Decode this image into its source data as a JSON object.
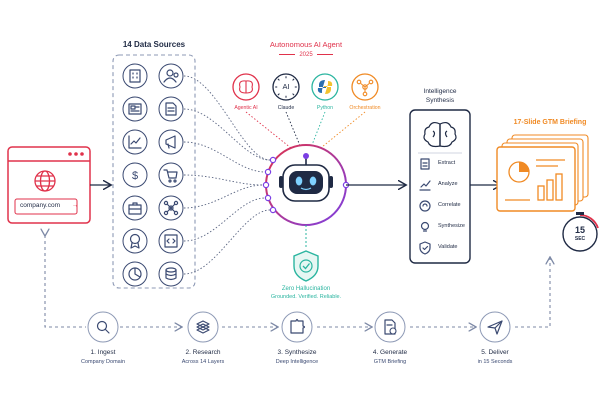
{
  "colors": {
    "navy": "#1f2a44",
    "red": "#e0324b",
    "orange": "#f08a24",
    "teal": "#2bb5a0",
    "purple": "#7b3fe4",
    "dashed": "#a6b0c6"
  },
  "browser": {
    "url": "company.com",
    "arrow": "→"
  },
  "data_sources": {
    "title": "14 Data Sources",
    "icons": [
      "building-icon",
      "users-icon",
      "newspaper-icon",
      "document-icon",
      "chart-icon",
      "megaphone-icon",
      "dollar-icon",
      "cart-icon",
      "briefcase-icon",
      "network-icon",
      "award-icon",
      "code-icon",
      "pie-chart-icon",
      "database-icon"
    ]
  },
  "agent": {
    "title": "Autonomous AI Agent",
    "year": "2025",
    "tools": [
      {
        "label": "Agentic AI",
        "icon": "brain-icon",
        "color": "#e0324b"
      },
      {
        "label": "Claude",
        "icon": "ai-icon",
        "color": "#1f2a44"
      },
      {
        "label": "Python",
        "icon": "python-icon",
        "color": "#2bb5a0"
      },
      {
        "label": "Orchestration",
        "icon": "orchestration-icon",
        "color": "#f08a24"
      }
    ]
  },
  "zero_hallucination": {
    "title": "Zero Hallucination",
    "subtitle": "Grounded. Verified. Reliable."
  },
  "intelligence": {
    "title_line1": "Intelligence",
    "title_line2": "Synthesis",
    "steps": [
      "Extract",
      "Analyze",
      "Correlate",
      "Synthesize",
      "Validate"
    ]
  },
  "briefing": {
    "title": "17-Slide GTM Briefing"
  },
  "timer": {
    "value": "15",
    "unit": "SEC"
  },
  "pipeline": [
    {
      "title": "1. Ingest",
      "subtitle": "Company Domain",
      "icon": "search-icon"
    },
    {
      "title": "2. Research",
      "subtitle": "Across 14 Layers",
      "icon": "layers-icon"
    },
    {
      "title": "3. Synthesize",
      "subtitle": "Deep Intelligence",
      "icon": "puzzle-icon"
    },
    {
      "title": "4. Generate",
      "subtitle": "GTM Briefing",
      "icon": "doc-check-icon"
    },
    {
      "title": "5. Deliver",
      "subtitle": "in 15 Seconds",
      "icon": "send-icon"
    }
  ]
}
